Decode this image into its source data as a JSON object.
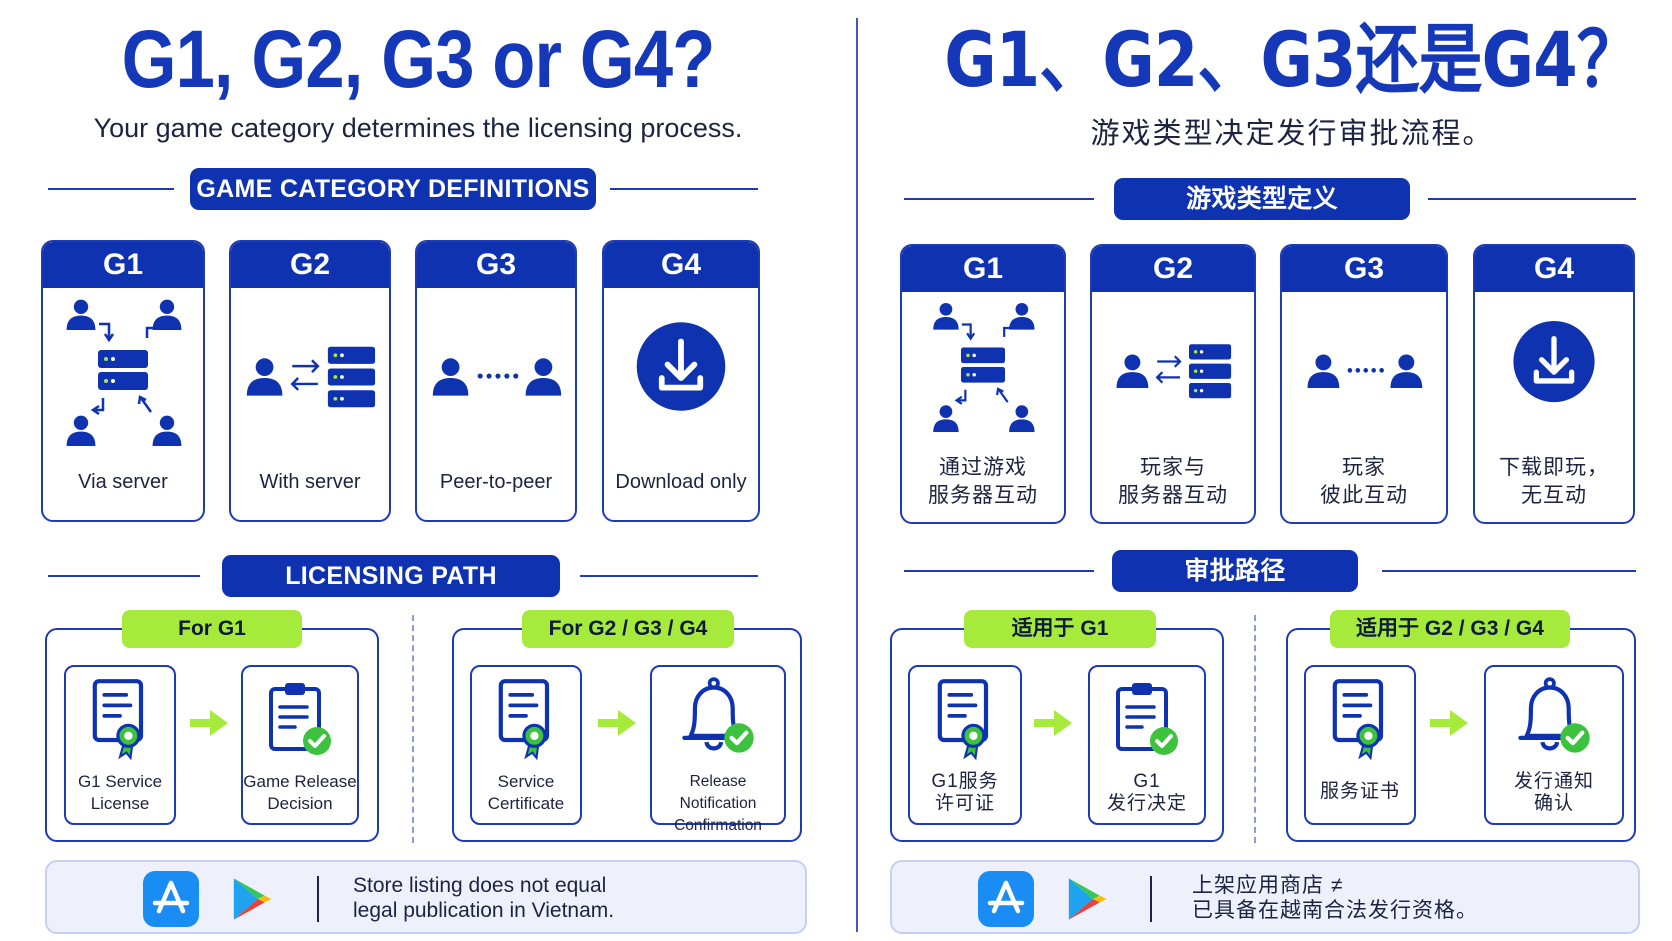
{
  "en": {
    "title": "G1, G2, G3 or G4?",
    "subtitle": "Your game category determines the licensing process.",
    "definitions_heading": "GAME CATEGORY DEFINITIONS",
    "categories": [
      {
        "code": "G1",
        "label": "Via server"
      },
      {
        "code": "G2",
        "label": "With server"
      },
      {
        "code": "G3",
        "label": "Peer-to-peer"
      },
      {
        "code": "G4",
        "label": "Download only"
      }
    ],
    "licensing_heading": "LICENSING PATH",
    "path_g1": {
      "tag": "For G1",
      "step1": [
        "G1 Service",
        "License"
      ],
      "step2": [
        "Game Release",
        "Decision"
      ]
    },
    "path_other": {
      "tag": "For G2 / G3 / G4",
      "step1": [
        "Service",
        "Certificate"
      ],
      "step2": [
        "Release Notification",
        "Confirmation"
      ]
    },
    "store_note": [
      "Store listing does not equal",
      "legal publication in Vietnam."
    ]
  },
  "zh": {
    "title": "G1、G2、G3还是G4？",
    "subtitle": "游戏类型决定发行审批流程。",
    "definitions_heading": "游戏类型定义",
    "categories": [
      {
        "code": "G1",
        "label": [
          "通过游戏",
          "服务器互动"
        ]
      },
      {
        "code": "G2",
        "label": [
          "玩家与",
          "服务器互动"
        ]
      },
      {
        "code": "G3",
        "label": [
          "玩家",
          "彼此互动"
        ]
      },
      {
        "code": "G4",
        "label": [
          "下载即玩，",
          "无互动"
        ]
      }
    ],
    "licensing_heading": "审批路径",
    "path_g1": {
      "tag": "适用于 G1",
      "step1": [
        "G1服务",
        "许可证"
      ],
      "step2": [
        "G1",
        "发行决定"
      ]
    },
    "path_other": {
      "tag": "适用于 G2 / G3 / G4",
      "step1": [
        "服务证书"
      ],
      "step2": [
        "发行通知",
        "确认"
      ]
    },
    "store_note": [
      "上架应用商店 ≠",
      "已具备在越南合法发行资格。"
    ]
  },
  "icons": {
    "g1": "users-via-server-icon",
    "g2": "user-server-exchange-icon",
    "g3": "peer-to-peer-icon",
    "g4": "download-icon",
    "license": "certificate-icon",
    "decision": "clipboard-check-icon",
    "notification": "bell-check-icon",
    "arrow": "green-arrow-icon",
    "app_store": "app-store-icon",
    "google_play": "google-play-icon"
  },
  "colors": {
    "primary": "#0f33b0",
    "accent_green": "#a6ea3c",
    "check_green": "#3cc23c",
    "note_bg": "#eef1fb"
  }
}
